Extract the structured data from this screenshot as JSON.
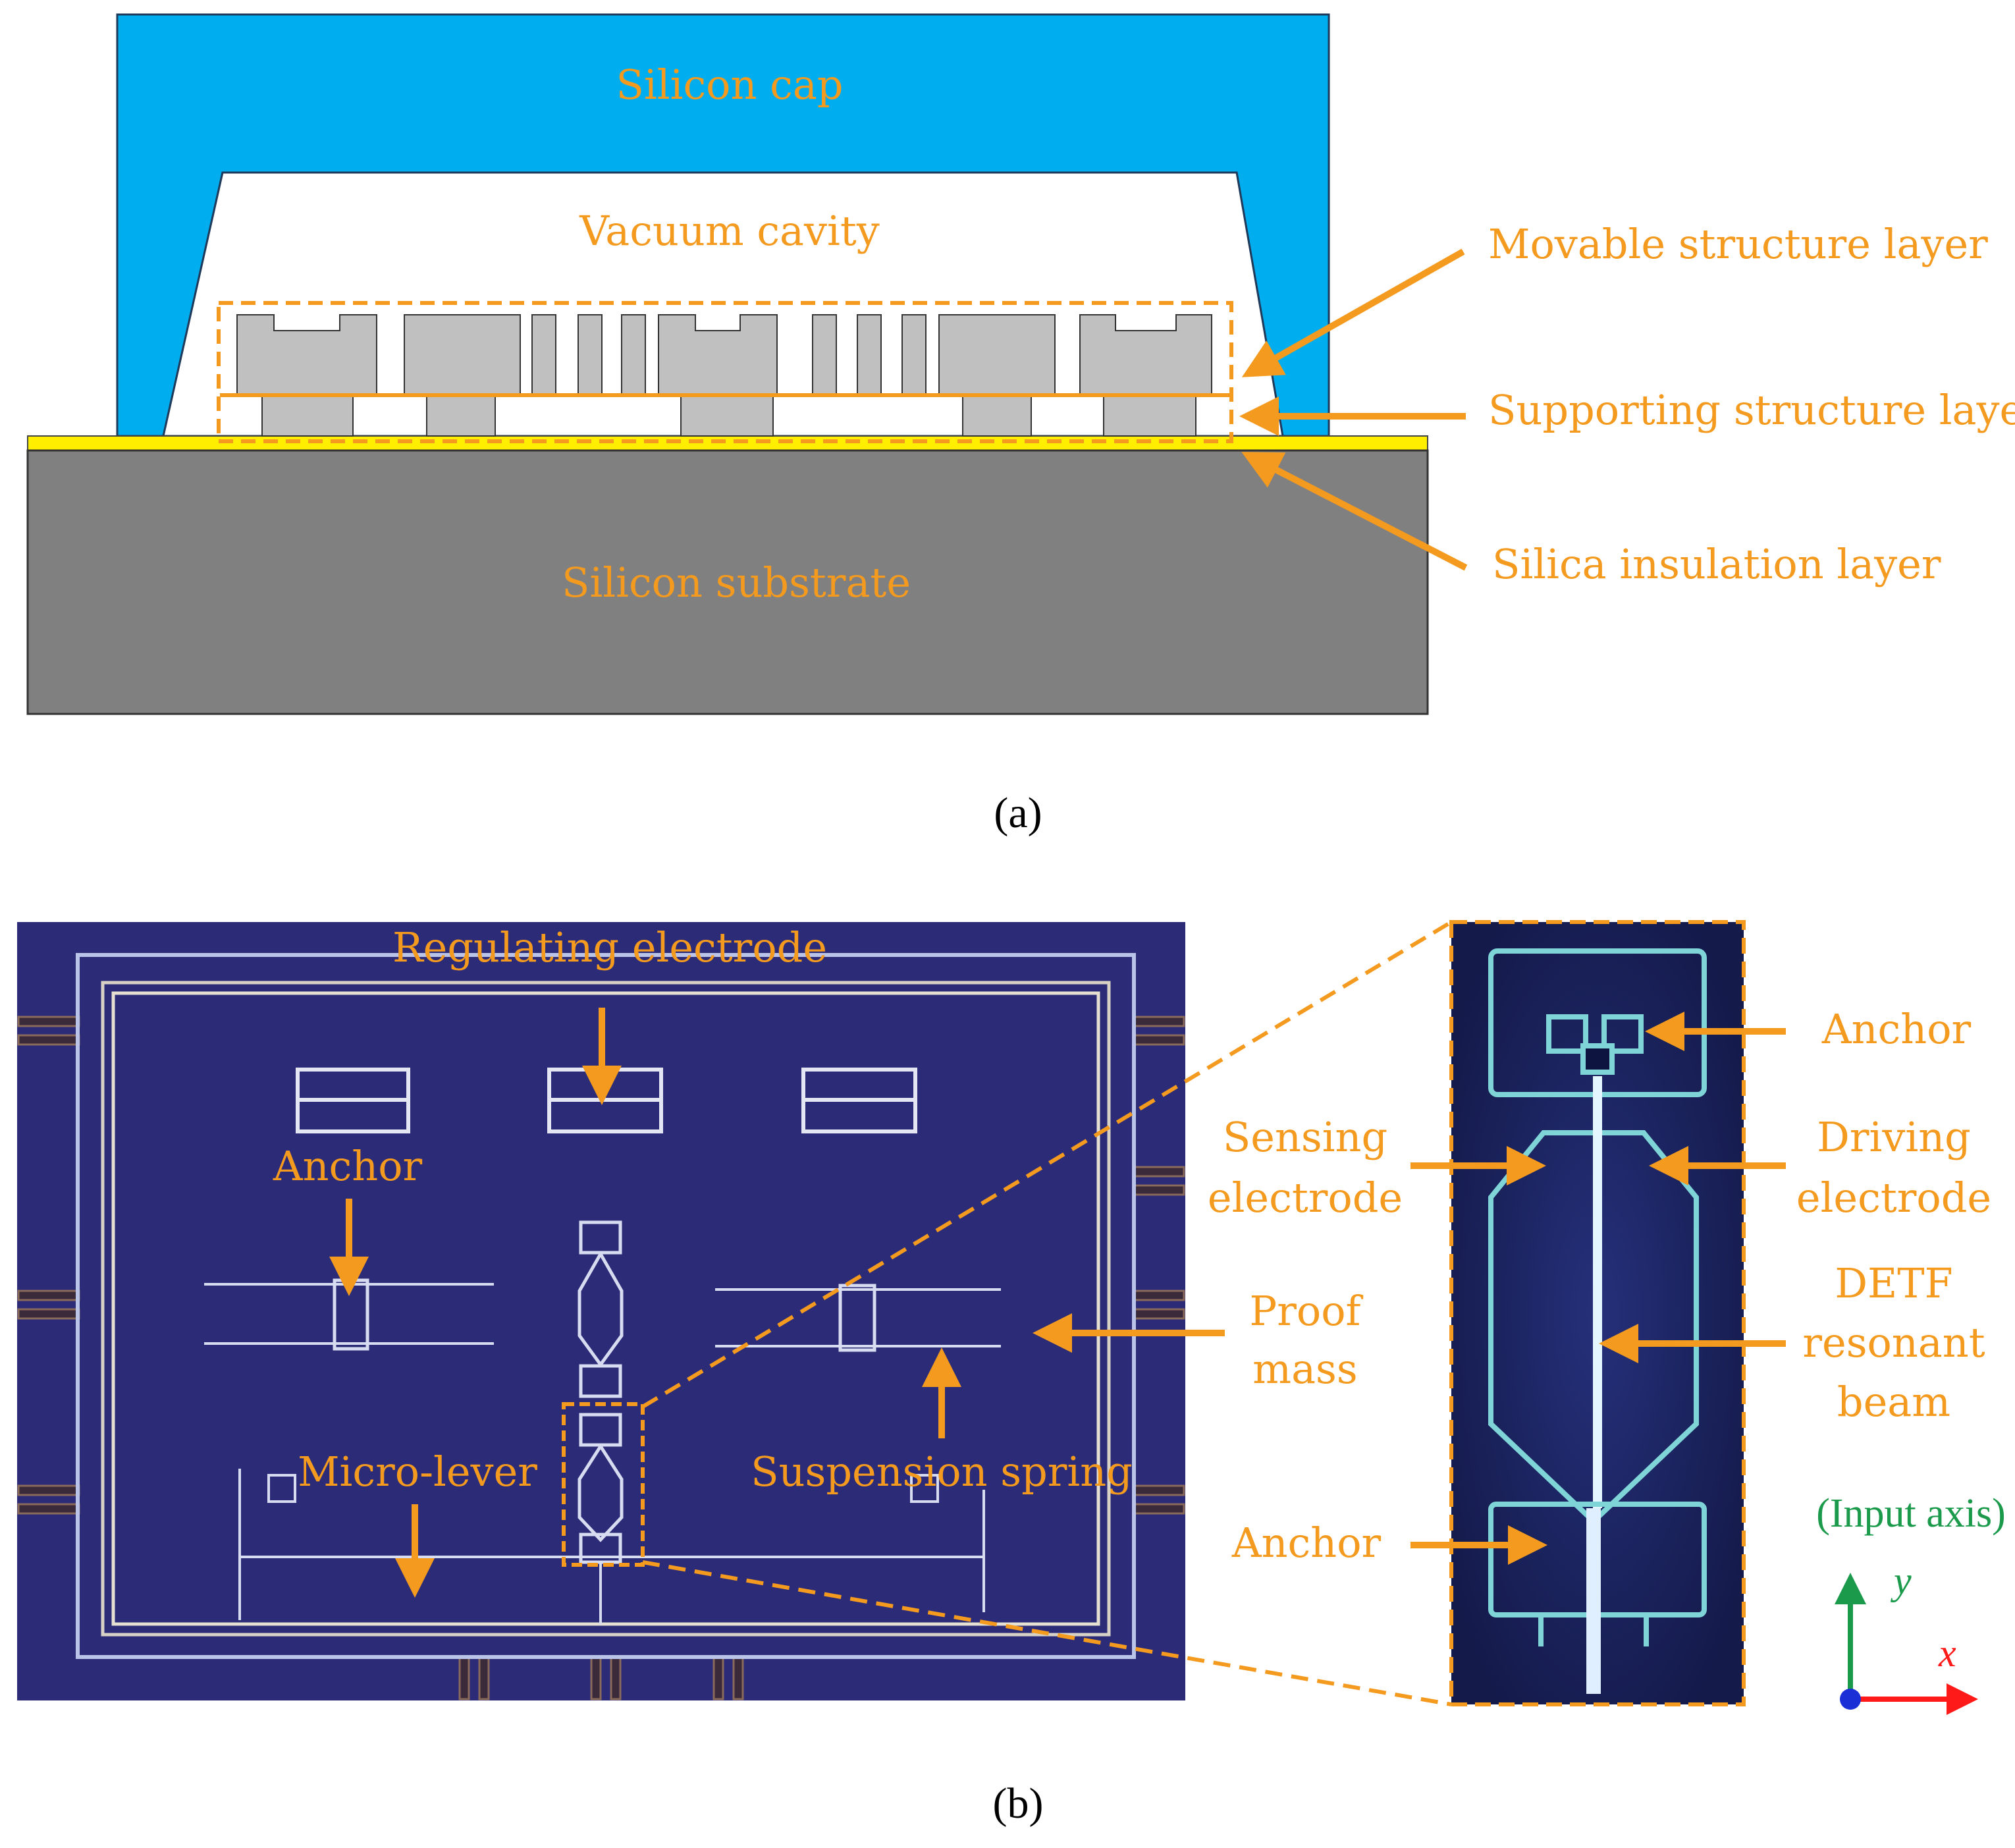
{
  "panel_a": {
    "label": "(a)",
    "silicon_cap": "Silicon cap",
    "vacuum_cavity": "Vacuum cavity",
    "movable_structure_layer": "Movable structure layer",
    "supporting_structure_layer": "Supporting structure layer",
    "silica_insulation_layer": "Silica insulation layer",
    "silicon_substrate": "Silicon substrate"
  },
  "panel_b": {
    "label": "(b)",
    "regulating_electrode": "Regulating electrode",
    "anchor_left": "Anchor",
    "micro_lever": "Micro-lever",
    "suspension_spring": "Suspension spring",
    "proof_mass_line1": "Proof",
    "proof_mass_line2": "mass",
    "zoom": {
      "anchor_top": "Anchor",
      "sensing_line1": "Sensing",
      "sensing_line2": "electrode",
      "driving_line1": "Driving",
      "driving_line2": "electrode",
      "detf_line1": "DETF",
      "detf_line2": "resonant",
      "detf_line3": "beam",
      "anchor_bottom": "Anchor"
    },
    "input_axis": "(Input axis)",
    "axis_y": "y",
    "axis_x": "x"
  },
  "colors": {
    "annotation": "#f39a1f",
    "silicon_cap": "#00aeef",
    "substrate": "#808080",
    "insulation": "#ffee00",
    "structure": "#c0c0c0",
    "micrograph_bg": "#2b2b78",
    "input_axis": "#1a9a4a",
    "y_axis": "#1a9a4a",
    "x_axis": "#ff1a1a",
    "origin": "#1a2fd6"
  }
}
